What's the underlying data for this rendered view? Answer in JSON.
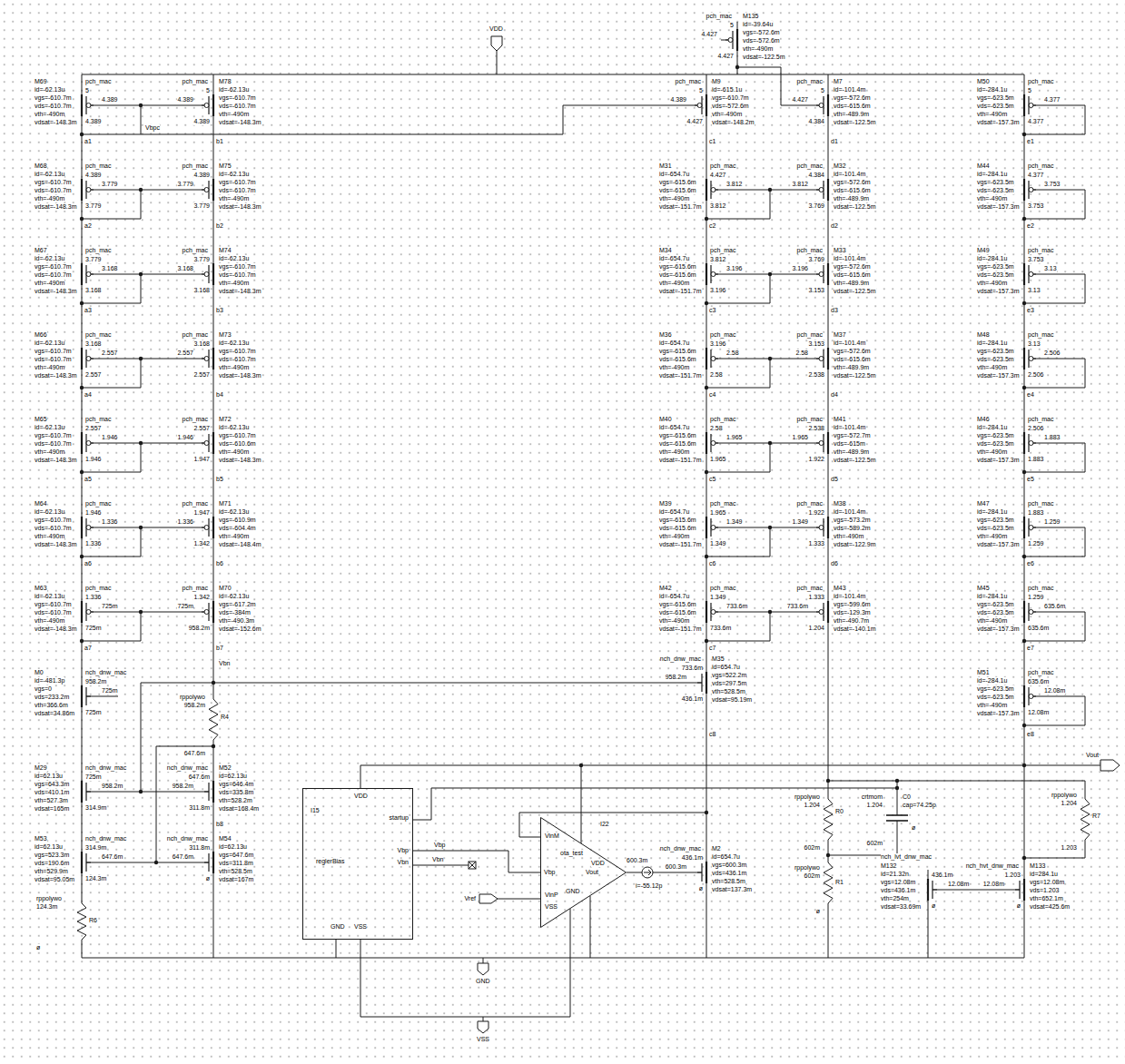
{
  "diagram": {
    "nodes": [
      {
        "text": [
          "I15",
          "VDD",
          "startup",
          "reglerBias",
          "Vbp",
          "Vbn",
          "GND",
          "VSS"
        ]
      },
      {
        "text": [
          "I22",
          "ota_test",
          "VinM",
          "VDD",
          "Vbp",
          "Vout",
          "VinP",
          "VSS",
          "GND"
        ]
      }
    ],
    "edges": [
      {
        "from": 0,
        "to": 1,
        "arrow": "none",
        "label": "Vbp"
      }
    ],
    "labels": [
      "M69",
      "pch_mac",
      "id=-62.13u",
      "vgs=-610.7m",
      "vds=-610.7m",
      "vth=-490m",
      "vdsat=-148.3m",
      "5",
      "4.389",
      "4.389",
      "M68",
      "pch_mac",
      "id=-62.13u",
      "vgs=-610.7m",
      "vds=-610.7m",
      "vth=-490m",
      "vdsat=-148.3m",
      "4.389",
      "3.779",
      "3.779",
      "M67",
      "pch_mac",
      "id=-62.13u",
      "vgs=-610.7m",
      "vds=-610.7m",
      "vth=-490m",
      "vdsat=-148.3m",
      "3.779",
      "3.168",
      "3.168",
      "M66",
      "pch_mac",
      "id=-62.13u",
      "vgs=-610.7m",
      "vds=-610.7m",
      "vth=-490m",
      "vdsat=-148.3m",
      "3.168",
      "2.557",
      "2.557",
      "M65",
      "pch_mac",
      "id=-62.13u",
      "vgs=-610.7m",
      "vds=-610.7m",
      "vth=-490m",
      "vdsat=-148.3m",
      "2.557",
      "1.946",
      "1.946",
      "M64",
      "pch_mac",
      "id=-62.13u",
      "vgs=-610.7m",
      "vds=-610.7m",
      "vth=-490m",
      "vdsat=-148.3m",
      "1.946",
      "1.336",
      "1.336",
      "M63",
      "pch_mac",
      "id=-62.13u",
      "vgs=-610.7m",
      "vds=-610.7m",
      "vth=-490m",
      "vdsat=-148.3m",
      "1.336",
      "725m",
      "725m",
      "M78",
      "pch_mac",
      "id=-62.13u",
      "vgs=-610.7m",
      "vds=-610.7m",
      "vth=-490m",
      "vdsat=-148.3m",
      "5",
      "4.389",
      "4.389",
      "M75",
      "pch_mac",
      "id=-62.13u",
      "vgs=-610.7m",
      "vds=-610.7m",
      "vth=-490m",
      "vdsat=-148.3m",
      "4.389",
      "3.779",
      "3.779",
      "M74",
      "pch_mac",
      "id=-62.13u",
      "vgs=-610.7m",
      "vds=-610.7m",
      "vth=-490m",
      "vdsat=-148.3m",
      "3.779",
      "3.168",
      "3.168",
      "M73",
      "pch_mac",
      "id=-62.13u",
      "vgs=-610.7m",
      "vds=-610.7m",
      "vth=-490m",
      "vdsat=-148.3m",
      "3.168",
      "2.557",
      "2.557",
      "M72",
      "pch_mac",
      "id=-62.13u",
      "vgs=-610.7m",
      "vds=-610.6m",
      "vth=-490m",
      "vdsat=-148.3m",
      "2.557",
      "1.946",
      "1.947",
      "M71",
      "pch_mac",
      "id=-62.13u",
      "vgs=-610.9m",
      "vds=-604.4m",
      "vth=-490m",
      "vdsat=-148.4m",
      "1.947",
      "1.336",
      "1.342",
      "M70",
      "pch_mac",
      "id=-62.13u",
      "vgs=-617.2m",
      "vds=-384m",
      "vth=-490.3m",
      "vdsat=-152.6m",
      "1.342",
      "725m",
      "958.2m",
      "M9",
      "pch_mac",
      "id=-615.1u",
      "vgs=-610.7m",
      "vds=-572.6m",
      "vth=-490m",
      "vdsat=-148.2m",
      "5",
      "4.389",
      "4.427",
      "M31",
      "pch_mac",
      "id=-654.7u",
      "vgs=-615.6m",
      "vds=-615.6m",
      "vth=-490m",
      "vdsat=-151.7m",
      "4.427",
      "3.812",
      "3.812",
      "M34",
      "pch_mac",
      "id=-654.7u",
      "vgs=-615.6m",
      "vds=-615.6m",
      "vth=-490m",
      "vdsat=-151.7m",
      "3.812",
      "3.196",
      "3.196",
      "M36",
      "pch_mac",
      "id=-654.7u",
      "vgs=-615.6m",
      "vds=-615.6m",
      "vth=-490m",
      "vdsat=-151.7m",
      "3.196",
      "2.58",
      "2.58",
      "M40",
      "pch_mac",
      "id=-654.7u",
      "vgs=-615.6m",
      "vds=-615.6m",
      "vth=-490m",
      "vdsat=-151.7m",
      "2.58",
      "1.965",
      "1.965",
      "M39",
      "pch_mac",
      "id=-654.7u",
      "vgs=-615.6m",
      "vds=-615.6m",
      "vth=-490m",
      "vdsat=-151.7m",
      "1.965",
      "1.349",
      "1.349",
      "M42",
      "pch_mac",
      "id=-654.7u",
      "vgs=-615.6m",
      "vds=-615.6m",
      "vth=-490m",
      "vdsat=-151.7m",
      "1.349",
      "733.6m",
      "733.6m",
      "M7",
      "pch_mac",
      "id=-101.4m",
      "vgs=-572.6m",
      "vds=-615.6m",
      "vth=-489.9m",
      "vdsat=-122.5m",
      "5",
      "4.427",
      "4.384",
      "M32",
      "pch_mac",
      "id=-101.4m",
      "vgs=-572.6m",
      "vds=-615.6m",
      "vth=-489.9m",
      "vdsat=-122.5m",
      "4.384",
      "3.812",
      "3.769",
      "M33",
      "pch_mac",
      "id=-101.4m",
      "vgs=-572.6m",
      "vds=-615.6m",
      "vth=-489.9m",
      "vdsat=-122.5m",
      "3.769",
      "3.196",
      "3.153",
      "M37",
      "pch_mac",
      "id=-101.4m",
      "vgs=-572.6m",
      "vds=-615.6m",
      "vth=-489.9m",
      "vdsat=-122.5m",
      "3.153",
      "2.58",
      "2.538",
      "M41",
      "pch_mac",
      "id=-101.4m",
      "vgs=-572.7m",
      "vds=-615m",
      "vth=-489.9m",
      "vdsat=-122.5m",
      "2.538",
      "1.965",
      "1.922",
      "M38",
      "pch_mac",
      "id=-101.4m",
      "vgs=-573.2m",
      "vds=-589.2m",
      "vth=-490m",
      "vdsat=-122.9m",
      "1.922",
      "1.349",
      "1.333",
      "M43",
      "pch_mac",
      "id=-101.4m",
      "vgs=-599.6m",
      "vds=-129.3m",
      "vth=-490.7m",
      "vdsat=-140.1m",
      "1.333",
      "733.6m",
      "1.204",
      "M50",
      "pch_mac",
      "id=-284.1u",
      "vgs=-623.5m",
      "vds=-623.5m",
      "vth=-490m",
      "vdsat=-157.3m",
      "5",
      "4.377",
      "4.377",
      "M44",
      "pch_mac",
      "id=-284.1u",
      "vgs=-623.5m",
      "vds=-623.5m",
      "vth=-490m",
      "vdsat=-157.3m",
      "4.377",
      "3.753",
      "3.753",
      "M49",
      "pch_mac",
      "id=-284.1u",
      "vgs=-623.5m",
      "vds=-623.5m",
      "vth=-490m",
      "vdsat=-157.3m",
      "3.753",
      "3.13",
      "3.13",
      "M48",
      "pch_mac",
      "id=-284.1u",
      "vgs=-623.5m",
      "vds=-623.5m",
      "vth=-490m",
      "vdsat=-157.3m",
      "3.13",
      "2.506",
      "2.506",
      "M46",
      "pch_mac",
      "id=-284.1u",
      "vgs=-623.5m",
      "vds=-623.5m",
      "vth=-490m",
      "vdsat=-157.3m",
      "2.506",
      "1.883",
      "1.883",
      "M47",
      "pch_mac",
      "id=-284.1u",
      "vgs=-623.5m",
      "vds=-623.5m",
      "vth=-490m",
      "vdsat=-157.3m",
      "1.883",
      "1.259",
      "1.259",
      "M45",
      "pch_mac",
      "id=-284.1u",
      "vgs=-623.5m",
      "vds=-623.5m",
      "vth=-490m",
      "vdsat=-157.3m",
      "1.259",
      "635.6m",
      "635.6m",
      "M51",
      "pch_mac",
      "id=-284.1u",
      "vgs=-623.5m",
      "vds=-623.5m",
      "vth=-490m",
      "vdsat=-157.3m",
      "635.6m",
      "12.08m",
      "12.08m",
      "M135",
      "pch_mac",
      "id=-39.64u",
      "vgs=-572.6m",
      "vds=-572.6m",
      "vth=-490m",
      "vdsat=-122.5m",
      "5",
      "4.427",
      "4.427",
      "M0",
      "nch_dnw_mac",
      "id=-481.3p",
      "vgs=0",
      "vds=233.2m",
      "vth=366.6m",
      "vdsat=34.86m",
      "958.2m",
      "725m",
      "725m",
      "M29",
      "nch_dnw_mac",
      "id=62.13u",
      "vgs=643.3m",
      "vds=410.1m",
      "vth=527.3m",
      "vdsat=165m",
      "725m",
      "958.2m",
      "314.9m",
      "M53",
      "nch_dnw_mac",
      "id=62.13u",
      "vgs=523.3m",
      "vds=190.6m",
      "vth=529.9m",
      "vdsat=95.05m",
      "314.9m",
      "647.6m",
      "124.3m",
      "M52",
      "nch_dnw_mac",
      "id=62.13u",
      "vgs=646.4m",
      "vds=335.8m",
      "vth=528.2m",
      "vdsat=168.4m",
      "647.6m",
      "958.2m",
      "311.8m",
      "M54",
      "nch_dnw_mac",
      "id=62.13u",
      "vgs=647.6m",
      "vds=311.8m",
      "vth=528.5m",
      "vdsat=167m",
      "311.8m",
      "647.6m",
      "ø",
      "M35",
      "nch_dnw_mac",
      "id=654.7u",
      "vgs=522.2m",
      "vds=297.5m",
      "vth=528.5m",
      "vdsat=95.19m",
      "733.6m",
      "958.2m",
      "436.1m",
      "M2",
      "nch_dnw_mac",
      "id=654.7u",
      "vgs=600.3m",
      "vds=436.1m",
      "vth=528.5m",
      "vdsat=137.3m",
      "436.1m",
      "600.3m",
      "ø",
      "M132",
      "nch_lvt_dnw_mac",
      "id=21.32n",
      "vgs=12.08m",
      "vds=436.1m",
      "vth=254m",
      "vdsat=33.69m",
      "436.1m",
      "12.08m",
      "ø",
      "M133",
      "nch_hvt_dnw_mac",
      "id=284.1u",
      "vgs=12.08m",
      "vds=1.203",
      "vth=652.1m",
      "vdsat=425.6m",
      "1.203",
      "12.08m",
      "ø",
      "a1",
      "a2",
      "a3",
      "a4",
      "a5",
      "a6",
      "a7",
      "b1",
      "b2",
      "b3",
      "b4",
      "b5",
      "b6",
      "b7",
      "b8",
      "c1",
      "c2",
      "c3",
      "c4",
      "c5",
      "c6",
      "c7",
      "c8",
      "d1",
      "d2",
      "d3",
      "d4",
      "d5",
      "d6",
      "e1",
      "e2",
      "e3",
      "e4",
      "e5",
      "e6",
      "e7",
      "e8",
      "Vbpc",
      "Vbn",
      "rppolywo",
      "958.2m",
      "R4",
      "647.6m",
      "rppolywo",
      "124.3m",
      "R6",
      "ø",
      "rppolywo",
      "1.204",
      "R0",
      "602m",
      "rppolywo",
      "602m",
      "R1",
      "ø",
      "crtmom",
      "1.204",
      "C0",
      "cap=74.25p",
      "ø",
      "602m",
      "rppolywo",
      "1.204",
      "R7",
      "1.203",
      "Vout",
      "VDD",
      "GND",
      "VSS",
      "Vref",
      "Vbn",
      "600.3m",
      "i=-55.12p"
    ]
  }
}
